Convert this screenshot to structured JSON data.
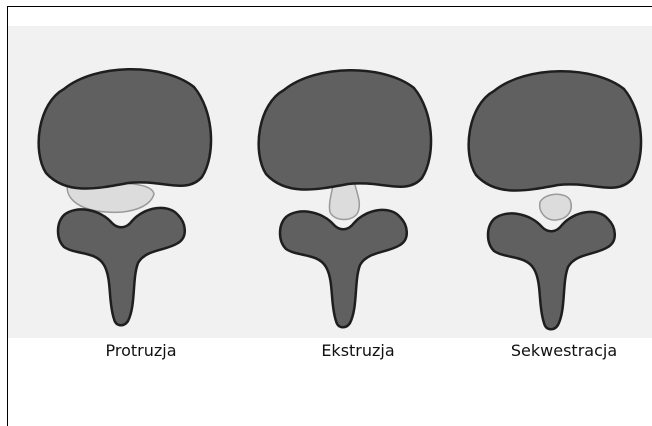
{
  "panels": [
    {
      "label": "Protruzja"
    },
    {
      "label": "Ekstruzja"
    },
    {
      "label": "Sekwestracja"
    }
  ],
  "colors": {
    "vertebra": "#606060",
    "disc_material": "#dcdcdc",
    "outline": "#1e1e1e",
    "background_panel": "#f1f1f1"
  }
}
